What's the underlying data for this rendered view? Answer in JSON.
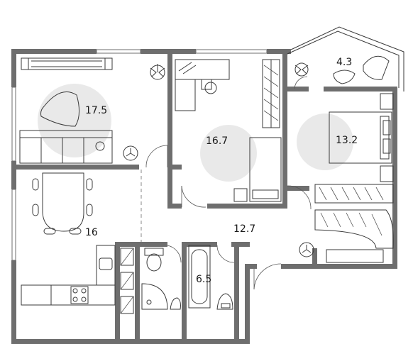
{
  "rooms": [
    {
      "id": "living",
      "area": "17.5"
    },
    {
      "id": "bedroom-1",
      "area": "16.7"
    },
    {
      "id": "bedroom-2",
      "area": "13.2"
    },
    {
      "id": "balcony",
      "area": "4.3"
    },
    {
      "id": "kitchen",
      "area": "16"
    },
    {
      "id": "hall",
      "area": "12.7"
    },
    {
      "id": "bathroom",
      "area": "6.5"
    }
  ]
}
